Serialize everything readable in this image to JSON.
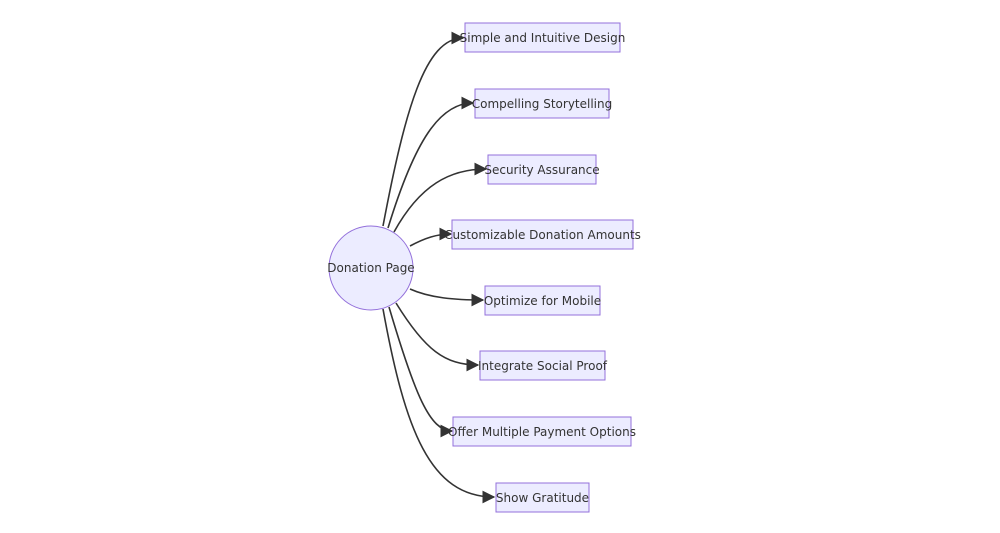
{
  "diagram": {
    "type": "flowchart",
    "direction": "left-to-right",
    "root": {
      "id": "root",
      "label": "Donation Page",
      "shape": "circle"
    },
    "children": [
      {
        "id": "c1",
        "label": "Simple and Intuitive Design",
        "shape": "rect"
      },
      {
        "id": "c2",
        "label": "Compelling Storytelling",
        "shape": "rect"
      },
      {
        "id": "c3",
        "label": "Security Assurance",
        "shape": "rect"
      },
      {
        "id": "c4",
        "label": "Customizable Donation Amounts",
        "shape": "rect"
      },
      {
        "id": "c5",
        "label": "Optimize for Mobile",
        "shape": "rect"
      },
      {
        "id": "c6",
        "label": "Integrate Social Proof",
        "shape": "rect"
      },
      {
        "id": "c7",
        "label": "Offer Multiple Payment Options",
        "shape": "rect"
      },
      {
        "id": "c8",
        "label": "Show Gratitude",
        "shape": "rect"
      }
    ],
    "edges": [
      {
        "from": "root",
        "to": "c1"
      },
      {
        "from": "root",
        "to": "c2"
      },
      {
        "from": "root",
        "to": "c3"
      },
      {
        "from": "root",
        "to": "c4"
      },
      {
        "from": "root",
        "to": "c5"
      },
      {
        "from": "root",
        "to": "c6"
      },
      {
        "from": "root",
        "to": "c7"
      },
      {
        "from": "root",
        "to": "c8"
      }
    ],
    "colors": {
      "node_fill": "#ECECFF",
      "node_stroke": "#9370DB",
      "edge": "#333333",
      "text": "#333333"
    }
  }
}
